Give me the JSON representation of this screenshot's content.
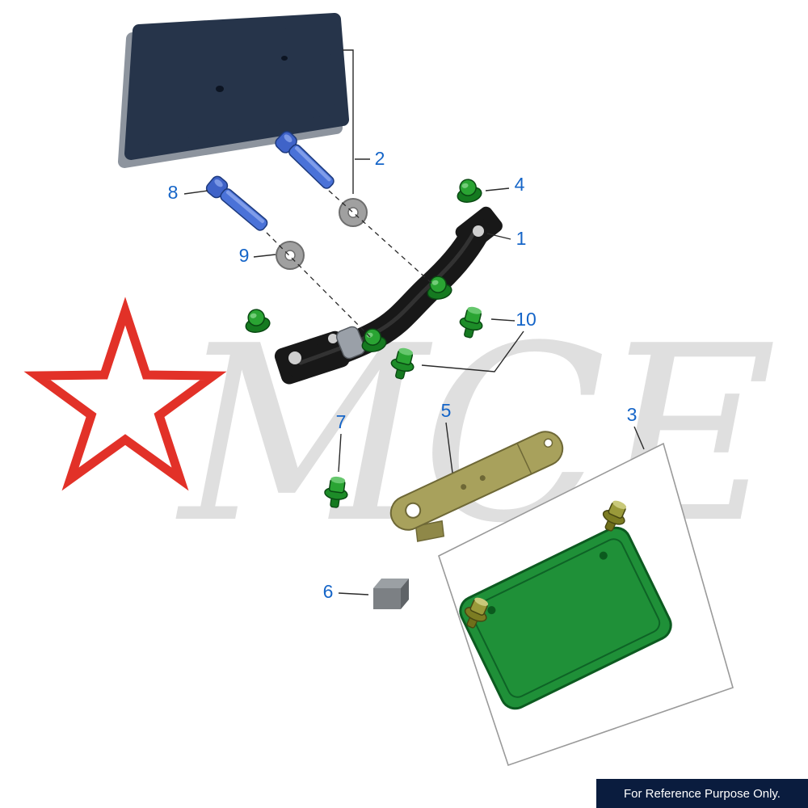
{
  "watermark": {
    "logo_text": "MCE"
  },
  "footer": {
    "note": "For Reference Purpose Only."
  },
  "part_labels": {
    "p1": "1",
    "p2": "2",
    "p3": "3",
    "p4": "4",
    "p5": "5",
    "p6": "6",
    "p7": "7",
    "p8": "8",
    "p9": "9",
    "p10": "10"
  },
  "colors": {
    "label_blue": "#1565c8",
    "bolt_blue": "#4a72d8",
    "nut_green": "#2aa433",
    "plate_navy": "#26344a",
    "plate_green": "#1f9038",
    "strip_khaki": "#a8a15c",
    "washer_gray": "#a0a0a0",
    "star_red": "#e23128",
    "watermark_gray": "#c6c6c6",
    "footer_bg": "#0a1c3e",
    "footer_text": "#ffffff"
  }
}
